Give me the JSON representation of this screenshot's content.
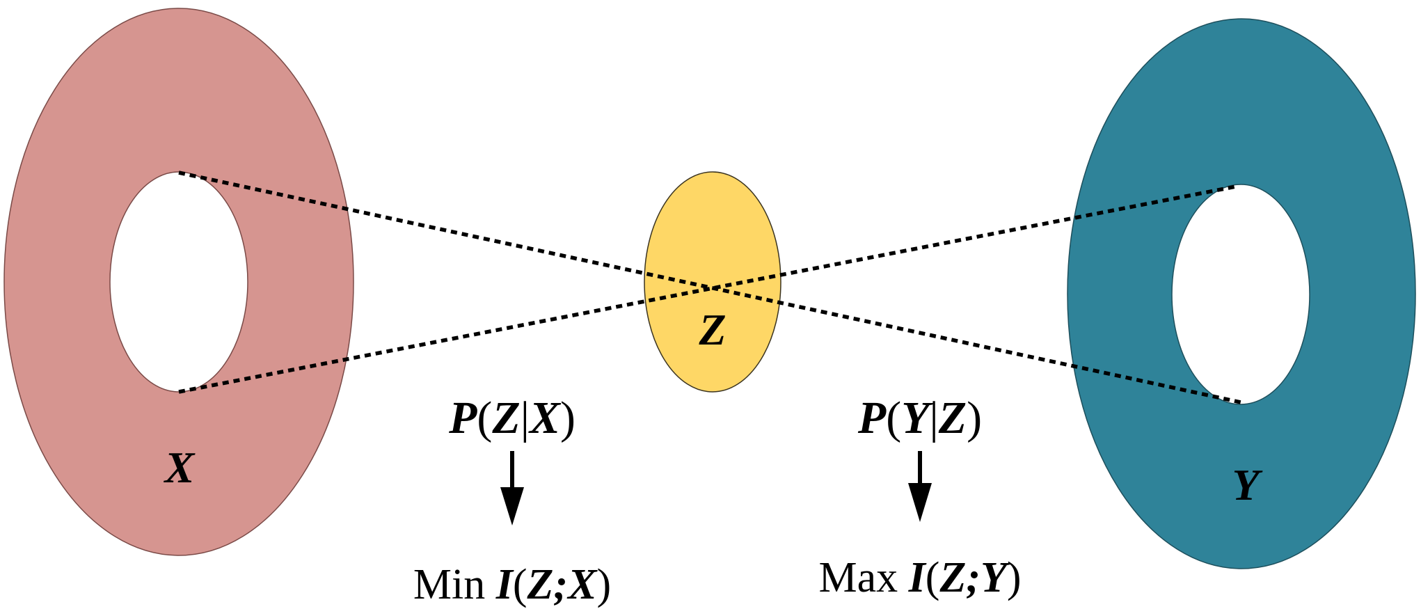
{
  "colors": {
    "x_set": "#d69590",
    "z_set": "#fed766",
    "y_set": "#2f8399",
    "hole": "#ffffff",
    "line": "#000000"
  },
  "labels": {
    "x": "X",
    "z": "Z",
    "y": "Y"
  },
  "encoder": {
    "dist_p": "P",
    "dist_open": "(",
    "dist_a": "Z",
    "dist_bar": "|",
    "dist_b": "X",
    "dist_close": ")",
    "op_word": "Min ",
    "op_i": "I",
    "op_open": "(",
    "op_a": "Z",
    "op_sep": ";",
    "op_b": "X",
    "op_close": ")"
  },
  "decoder": {
    "dist_p": "P",
    "dist_open": "(",
    "dist_a": "Y",
    "dist_bar": "|",
    "dist_b": "Z",
    "dist_close": ")",
    "op_word": "Max ",
    "op_i": "I",
    "op_open": "(",
    "op_a": "Z",
    "op_sep": ";",
    "op_b": "Y",
    "op_close": ")"
  }
}
